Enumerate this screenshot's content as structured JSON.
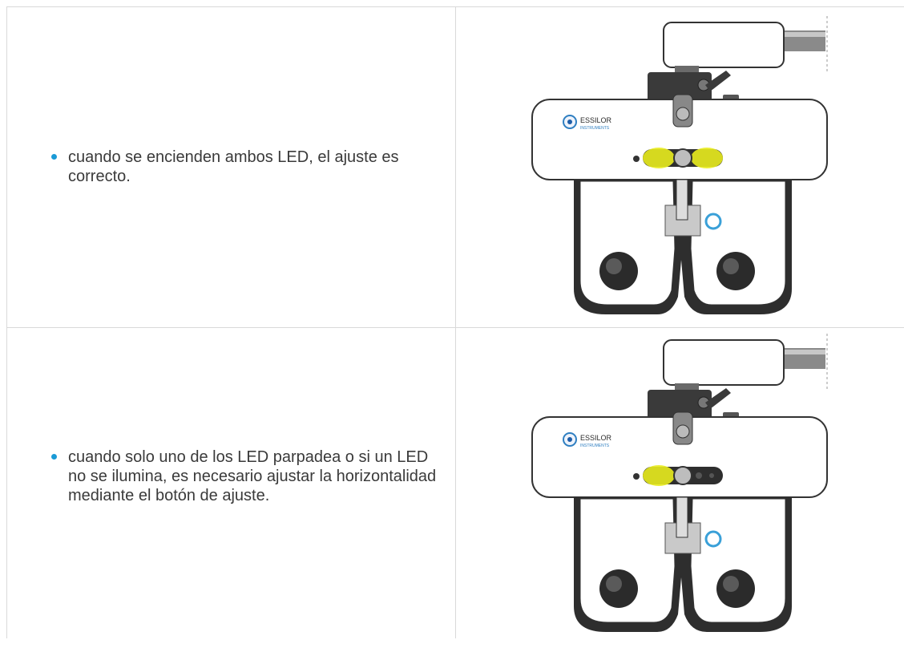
{
  "rows": [
    {
      "text": "cuando se encienden ambos LED, el ajuste es correcto.",
      "led_state": "both-on",
      "brand": {
        "name": "ESSILOR",
        "sub": "INSTRUMENTS"
      }
    },
    {
      "text": "cuando solo uno de los LED parpadea o si un LED no se ilumina, es necesario ajustar la horizontalidad mediante el botón de ajuste.",
      "led_state": "left-only",
      "brand": {
        "name": "ESSILOR",
        "sub": "INSTRUMENTS"
      }
    }
  ],
  "colors": {
    "bullet": "#1a9ad6",
    "grid": "#d9d9d9",
    "led_on": "#e9ec1e",
    "text": "#3a3a3a"
  }
}
